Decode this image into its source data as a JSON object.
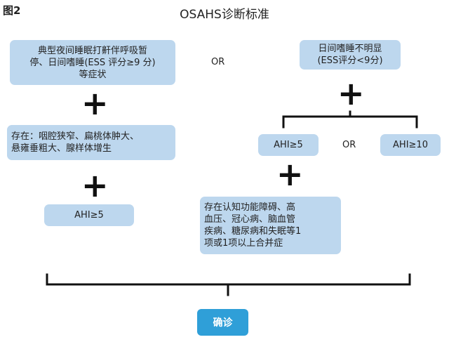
{
  "figure_label": "图2",
  "title": "OSAHS诊断标准",
  "left_column": {
    "box1": "典型夜间睡眠打鼾伴呼吸暂\n停、日间嗜睡(ESS 评分≥9 分)\n等症状",
    "plus1": "+",
    "box2": "存在：咽腔狭窄、扁桃体肿大、\n悬雍垂粗大、腺样体增生",
    "plus2": "+",
    "box3": "AHI≥5"
  },
  "or_top": "OR",
  "right_column": {
    "box1": "日间嗜睡不明显\n(ESS评分<9分)",
    "plus1": "+",
    "box_ahi5": "AHI≥5",
    "or_mid": "OR",
    "box_ahi10": "AHI≥10",
    "plus2": "+",
    "box_comorbid": "存在认知功能障碍、高\n血压、冠心病、脑血管\n疾病、糖尿病和失眠等1\n项或1项以上合并症"
  },
  "result_button": "确诊",
  "colors": {
    "box_fill": "#bdd7ee",
    "result_fill": "#2f9fd8",
    "bracket": "#111111"
  }
}
